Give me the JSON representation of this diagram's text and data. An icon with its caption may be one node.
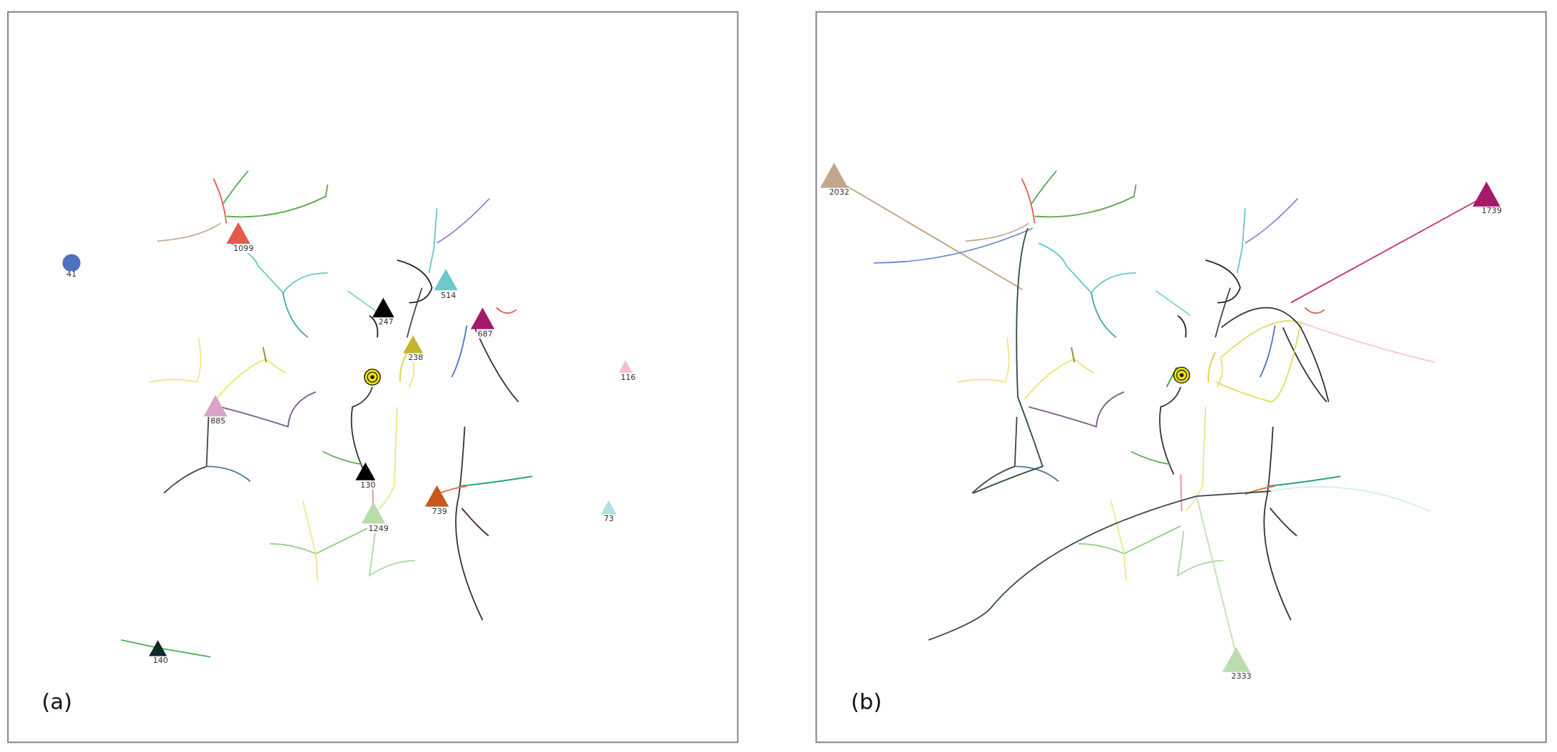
{
  "diagram": {
    "labels": [
      "1099",
      "41",
      "514",
      "247",
      "687",
      "238",
      "116",
      "885",
      "130",
      "739",
      "1249",
      "73",
      "140",
      "(a)",
      "2032",
      "1739",
      "2333",
      "(b)"
    ]
  }
}
